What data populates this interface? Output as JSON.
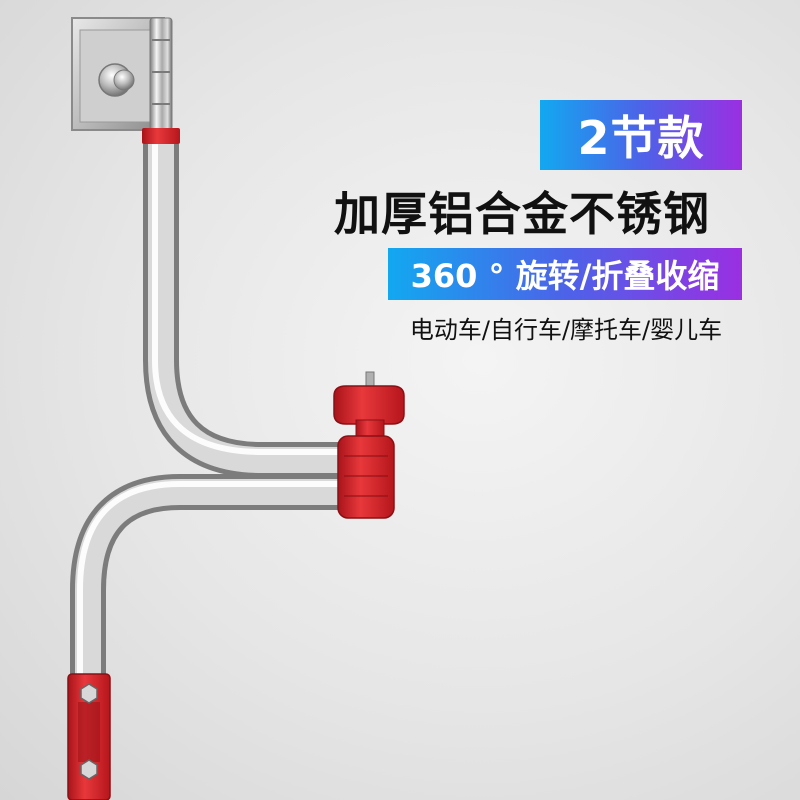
{
  "badge": {
    "text": "2节款"
  },
  "headline": {
    "text": "加厚铝合金不锈钢"
  },
  "feature": {
    "text": "360 ° 旋转/折叠收缩"
  },
  "vehicles": {
    "text": "电动车/自行车/摩托车/婴儿车"
  },
  "colors": {
    "accent_red": "#d9262b",
    "gradient_start": "#12a8f0",
    "gradient_end": "#9a2fe2"
  },
  "product": {
    "icon": "folding-steel-mount-arm-illustration"
  }
}
